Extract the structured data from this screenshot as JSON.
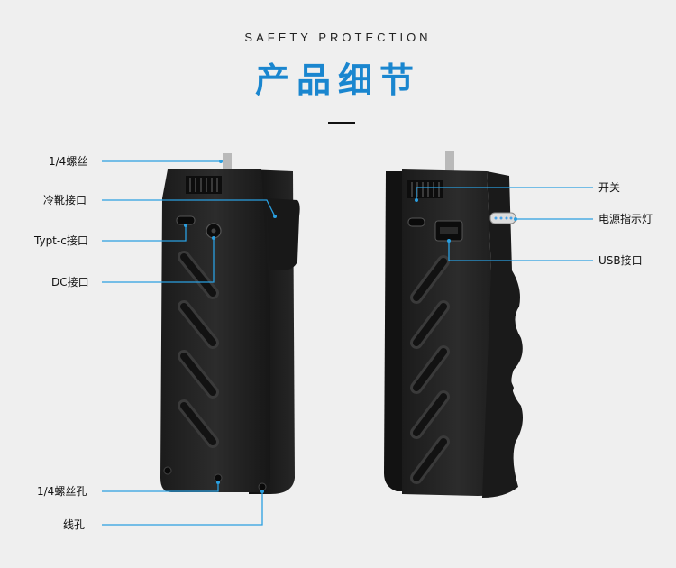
{
  "header": {
    "subtitle": "SAFETY PROTECTION",
    "title": "产品细节"
  },
  "left_callouts": [
    "1/4螺丝",
    "冷靴接口",
    "Typt-c接口",
    "DC接口",
    "1/4螺丝孔",
    "线孔"
  ],
  "right_callouts": [
    "开关",
    "电源指示灯",
    "USB接口"
  ],
  "colors": {
    "accent": "#1a86cf",
    "leader_line": "#2a9fe0",
    "background": "#efefef"
  }
}
